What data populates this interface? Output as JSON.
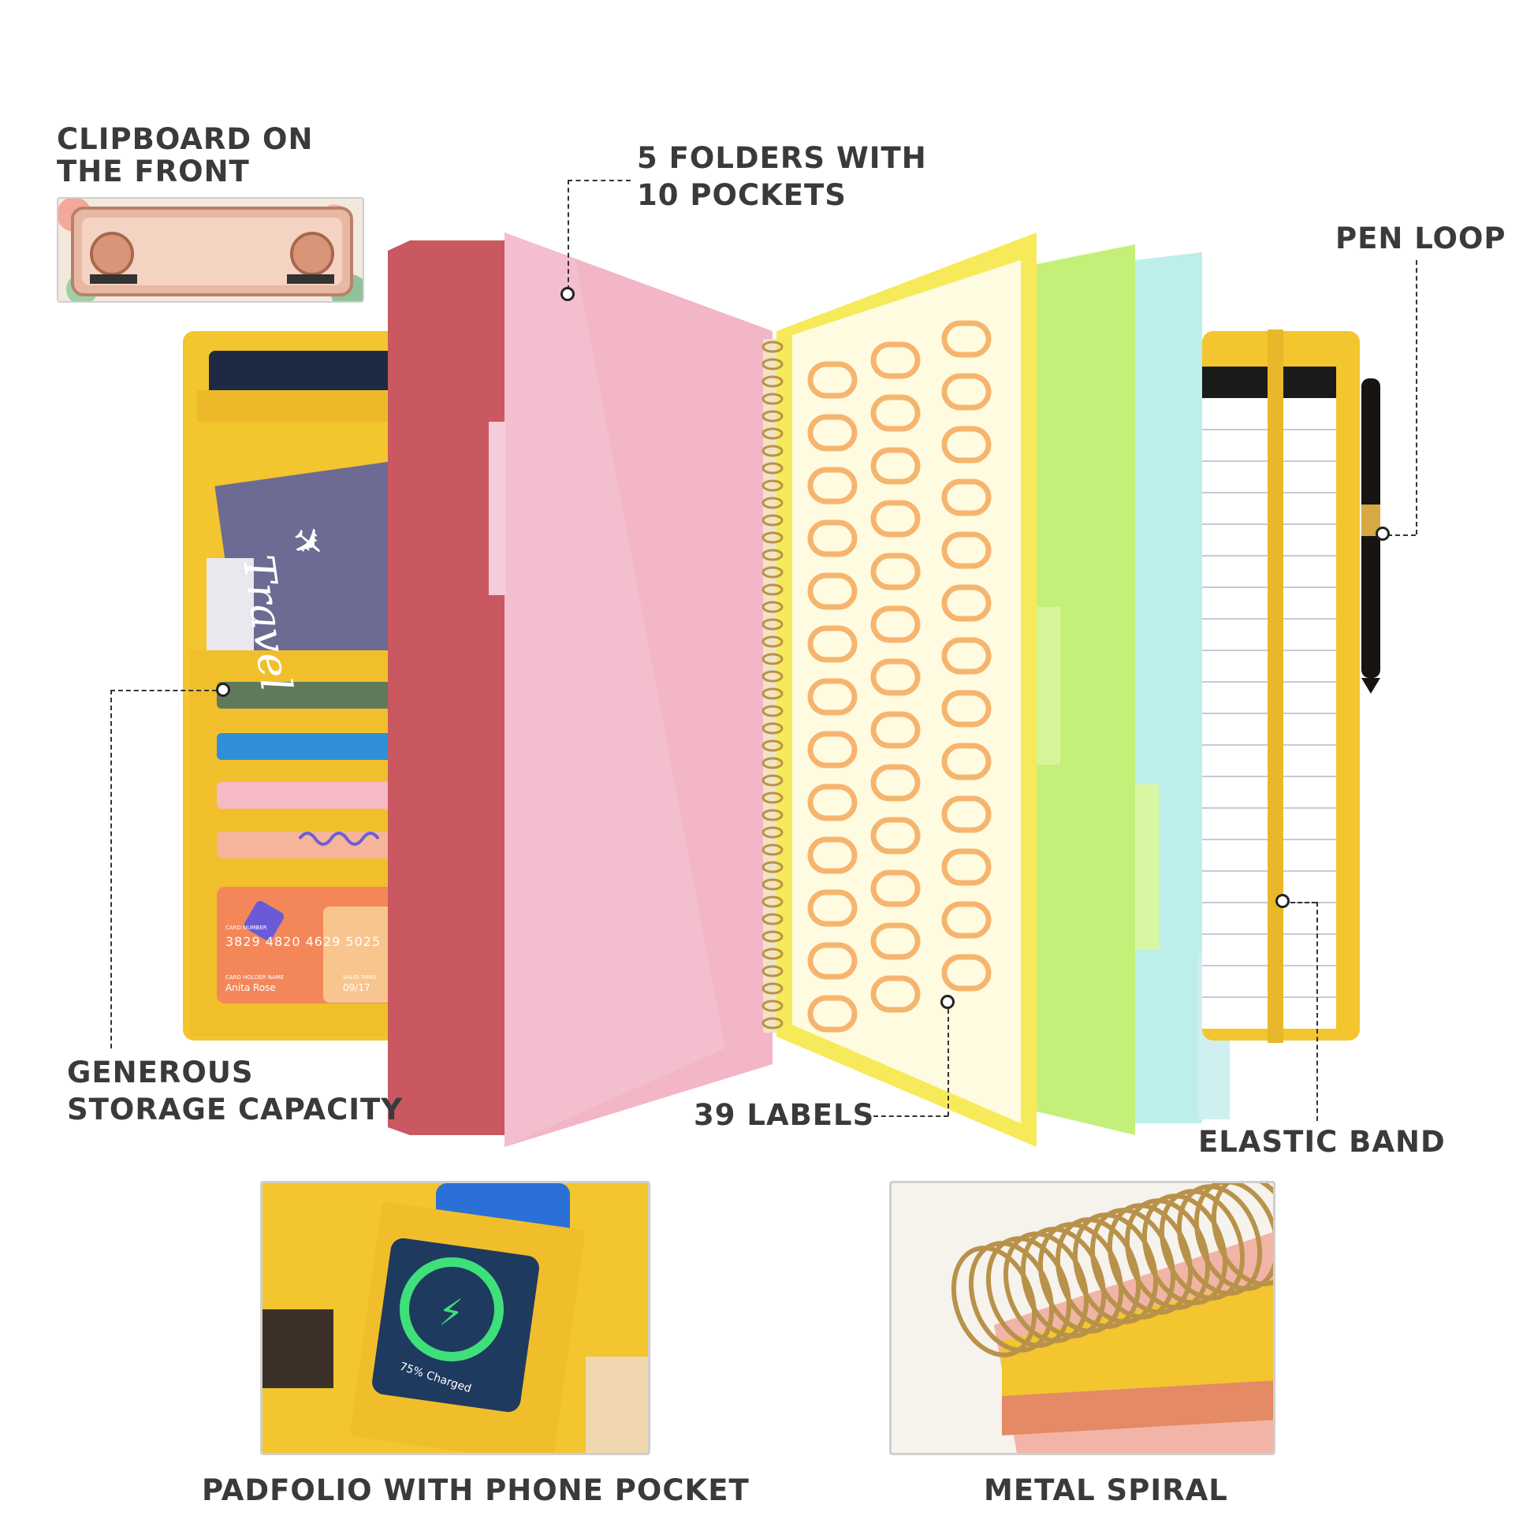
{
  "labels": {
    "clipboard_line1": "CLIPBOARD ON",
    "clipboard_line2": "THE FRONT",
    "folders_line1": "5 FOLDERS WITH",
    "folders_line2": "10 POCKETS",
    "pen_loop": "PEN LOOP",
    "storage_line1": "GENEROUS",
    "storage_line2": "STORAGE CAPACITY",
    "labels_count": "39 LABELS",
    "elastic_band": "ELASTIC BAND",
    "phone_pocket": "PADFOLIO WITH PHONE POCKET",
    "metal_spiral": "METAL SPIRAL"
  },
  "product_text": {
    "card_number_caption": "CARD NUMBER",
    "card_number": "3829 4820 4629 5025",
    "card_holder_caption": "CARD HOLDER NAME",
    "card_holder": "Anita Rose",
    "card_expiry_caption": "VALID THRU",
    "card_expiry": "09/17",
    "travel_card": "Travel",
    "charge_status": "75% Charged"
  },
  "colors": {
    "padfolio_yellow": "#F3C52E",
    "folder_red": "#C95860",
    "folder_pink": "#F2B6C6",
    "folder_yellow": "#F7EA5A",
    "folder_green": "#C4F07A",
    "folder_cyan": "#BDEFEA",
    "label_orange": "#F4A85A",
    "spiral_gold": "#B8924A",
    "text_dark": "#3A3A3A"
  },
  "icons": [
    "airplane-icon",
    "lightning-icon",
    "pen-icon"
  ]
}
